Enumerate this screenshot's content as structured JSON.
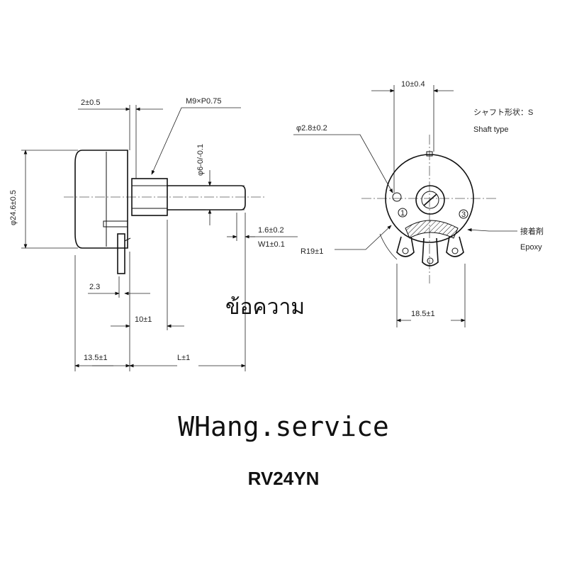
{
  "side_view": {
    "dim_shoulder": "2±0.5",
    "dim_thread": "M9×P0.75",
    "dim_shaft_dia": "φ6-0/-0.1",
    "dim_body_dia": "φ24.6±0.5",
    "dim_slot_width": "1.6±0.2",
    "dim_slot_label": "W1±0.1",
    "dim_terminal": "2.3",
    "dim_bushing_len": "10±1",
    "dim_body_len": "13.5±1",
    "dim_shaft_len": "L±1"
  },
  "front_view": {
    "dim_top_width": "10±0.4",
    "dim_hole_dia": "φ2.8±0.2",
    "dim_radius": "R19±1",
    "dim_terminal_span": "18.5±1",
    "shaft_type_jp": "シャフト形状：S",
    "shaft_type_en": "Shaft type",
    "epoxy_jp": "接着剤",
    "epoxy_en": "Epoxy",
    "terminal_1": "1",
    "terminal_3": "3"
  },
  "overlay_text": "ข้อความ",
  "brand": "WHang.service",
  "model": "RV24YN"
}
